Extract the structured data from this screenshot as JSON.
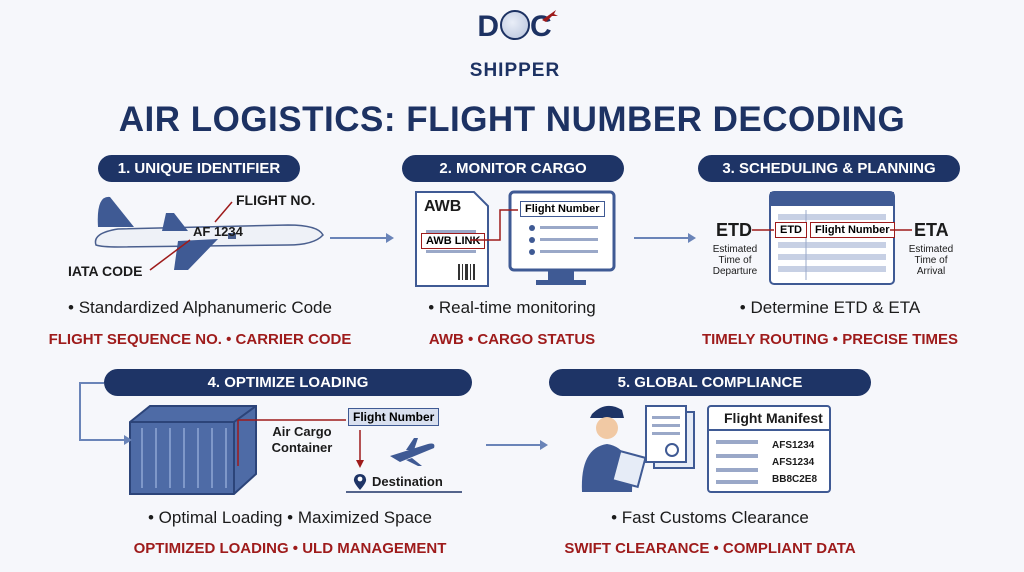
{
  "logo": {
    "line1_left": "D",
    "line1_right": "C",
    "line2": "SHIPPER"
  },
  "title": "AIR LOGISTICS: FLIGHT NUMBER DECODING",
  "sections": [
    {
      "header": "1. UNIQUE IDENTIFIER",
      "bullet": "• Standardized Alphanumeric Code",
      "tags": "FLIGHT SEQUENCE NO. • CARRIER CODE",
      "labels": {
        "flight_no": "FLIGHT NO.",
        "code": "AF 1234",
        "iata": "IATA CODE"
      }
    },
    {
      "header": "2. MONITOR CARGO",
      "bullet": "• Real-time monitoring",
      "tags": "AWB • CARGO STATUS",
      "labels": {
        "awb": "AWB",
        "awb_link": "AWB LINK",
        "flight_number": "Flight Number"
      }
    },
    {
      "header": "3. SCHEDULING & PLANNING",
      "bullet": "• Determine ETD & ETA",
      "tags": "TIMELY ROUTING • PRECISE TIMES",
      "labels": {
        "etd": "ETD",
        "etd_full": "Estimated Time of Departure",
        "eta": "ETA",
        "eta_full": "Estimated Time of Arrival",
        "etd_box": "ETD",
        "flight_number": "Flight Number"
      }
    },
    {
      "header": "4. OPTIMIZE LOADING",
      "bullet": "• Optimal Loading • Maximized Space",
      "tags": "OPTIMIZED LOADING • ULD MANAGEMENT",
      "labels": {
        "container": "Air Cargo Container",
        "flight_number": "Flight Number",
        "destination": "Destination"
      }
    },
    {
      "header": "5. GLOBAL COMPLIANCE",
      "bullet": "• Fast Customs Clearance",
      "tags": "SWIFT CLEARANCE • COMPLIANT DATA",
      "labels": {
        "manifest": "Flight Manifest",
        "codes": [
          "AFS1234",
          "AFS1234",
          "BB8C2E8"
        ]
      }
    }
  ],
  "colors": {
    "navy": "#1e3466",
    "red": "#9e1b1b",
    "arrow": "#6a84b8"
  }
}
